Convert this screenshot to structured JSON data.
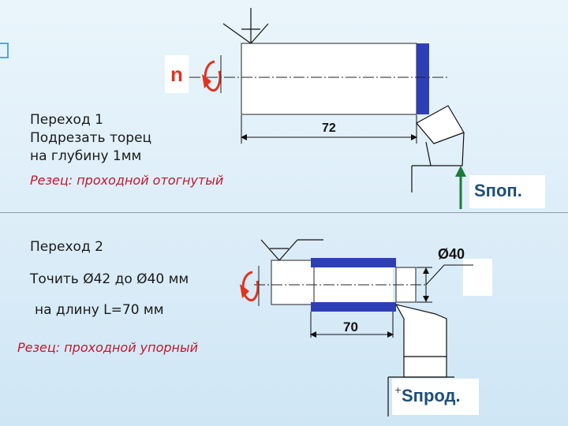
{
  "step1": {
    "title": "Переход 1",
    "line1": "Подрезать торец",
    "line2": "на глубину 1мм",
    "cutter": "Резец: проходной отогнутый",
    "spindle_label": "n",
    "dim_length": "72",
    "feed_label": "Sпоп."
  },
  "step2": {
    "title": "Переход 2",
    "line1": "Точить Ø42 до Ø40 мм",
    "line2": "на длину L=70 мм",
    "cutter": "Резец: проходной упорный",
    "dim_diameter": "Ø40",
    "dim_length": "70",
    "feed_label": "Sпрод."
  },
  "colors": {
    "accent_blue": "#2e3fb6",
    "feed_arrow": "#1c7a3c",
    "spindle_arrow": "#e0331d",
    "cutter_text": "#c0182e"
  }
}
